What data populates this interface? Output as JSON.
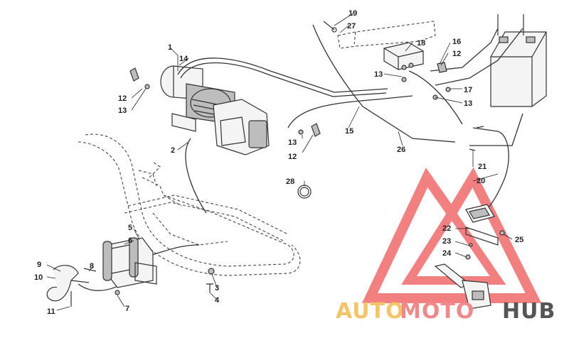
{
  "diagram": {
    "callouts": [
      {
        "id": "c1",
        "label": "1"
      },
      {
        "id": "c2",
        "label": "2"
      },
      {
        "id": "c3",
        "label": "3"
      },
      {
        "id": "c4",
        "label": "4"
      },
      {
        "id": "c5",
        "label": "5"
      },
      {
        "id": "c6",
        "label": "6"
      },
      {
        "id": "c7",
        "label": "7"
      },
      {
        "id": "c8",
        "label": "8"
      },
      {
        "id": "c9",
        "label": "9"
      },
      {
        "id": "c10",
        "label": "10"
      },
      {
        "id": "c11",
        "label": "11"
      },
      {
        "id": "c12a",
        "label": "12"
      },
      {
        "id": "c12b",
        "label": "12"
      },
      {
        "id": "c12c",
        "label": "12"
      },
      {
        "id": "c13a",
        "label": "13"
      },
      {
        "id": "c13b",
        "label": "13"
      },
      {
        "id": "c13c",
        "label": "13"
      },
      {
        "id": "c13d",
        "label": "13"
      },
      {
        "id": "c14",
        "label": "14"
      },
      {
        "id": "c15",
        "label": "15"
      },
      {
        "id": "c16",
        "label": "16"
      },
      {
        "id": "c17",
        "label": "17"
      },
      {
        "id": "c18",
        "label": "18"
      },
      {
        "id": "c19",
        "label": "19"
      },
      {
        "id": "c20",
        "label": "20"
      },
      {
        "id": "c21",
        "label": "21"
      },
      {
        "id": "c22",
        "label": "22"
      },
      {
        "id": "c23",
        "label": "23"
      },
      {
        "id": "c24",
        "label": "24"
      },
      {
        "id": "c25",
        "label": "25"
      },
      {
        "id": "c26",
        "label": "26"
      },
      {
        "id": "c27",
        "label": "27"
      },
      {
        "id": "c28",
        "label": "28"
      }
    ]
  },
  "watermark": {
    "part_auto": "AUTO",
    "part_moto": "MOTO",
    "part_hub": "HUB",
    "colors": {
      "auto": "#f3c46a",
      "moto": "#f08a8a",
      "hub": "#555555",
      "triangle": "#f06b6b"
    }
  }
}
